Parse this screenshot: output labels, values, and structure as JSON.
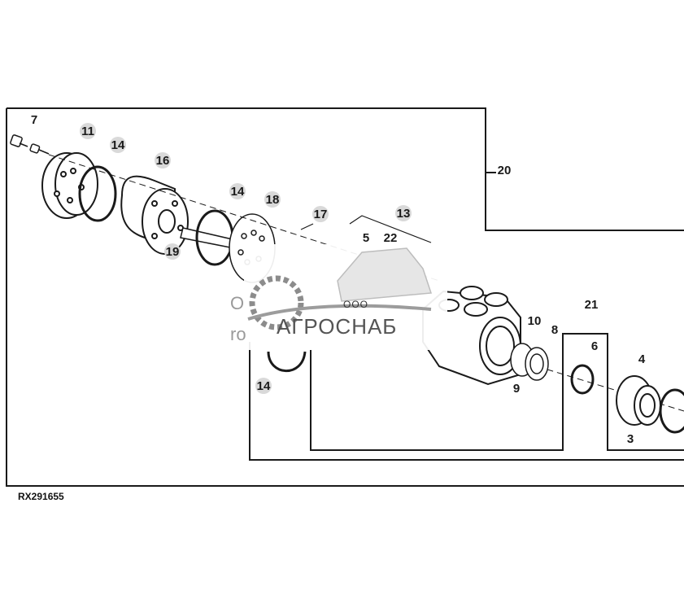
{
  "figure_ref": "RX291655",
  "callouts": [
    {
      "id": "7",
      "label": "7"
    },
    {
      "id": "11",
      "label": "11"
    },
    {
      "id": "14a",
      "label": "14"
    },
    {
      "id": "16",
      "label": "16"
    },
    {
      "id": "14b",
      "label": "14"
    },
    {
      "id": "18",
      "label": "18"
    },
    {
      "id": "17",
      "label": "17"
    },
    {
      "id": "13",
      "label": "13"
    },
    {
      "id": "5",
      "label": "5"
    },
    {
      "id": "22",
      "label": "22"
    },
    {
      "id": "19",
      "label": "19"
    },
    {
      "id": "20",
      "label": "20"
    },
    {
      "id": "21",
      "label": "21"
    },
    {
      "id": "10",
      "label": "10"
    },
    {
      "id": "8",
      "label": "8"
    },
    {
      "id": "6",
      "label": "6"
    },
    {
      "id": "4",
      "label": "4"
    },
    {
      "id": "9",
      "label": "9"
    },
    {
      "id": "3",
      "label": "3"
    },
    {
      "id": "14c",
      "label": "14"
    }
  ],
  "watermark": {
    "company_prefix": "ООО",
    "company_name": "АГРОСНАБ"
  },
  "partial_text": {
    "left_1": "О",
    "left_2": "ro"
  },
  "colors": {
    "line": "#1a1a1a",
    "callout_fill": "#d9d9d9",
    "watermark_gray": "#8c8c8c"
  }
}
